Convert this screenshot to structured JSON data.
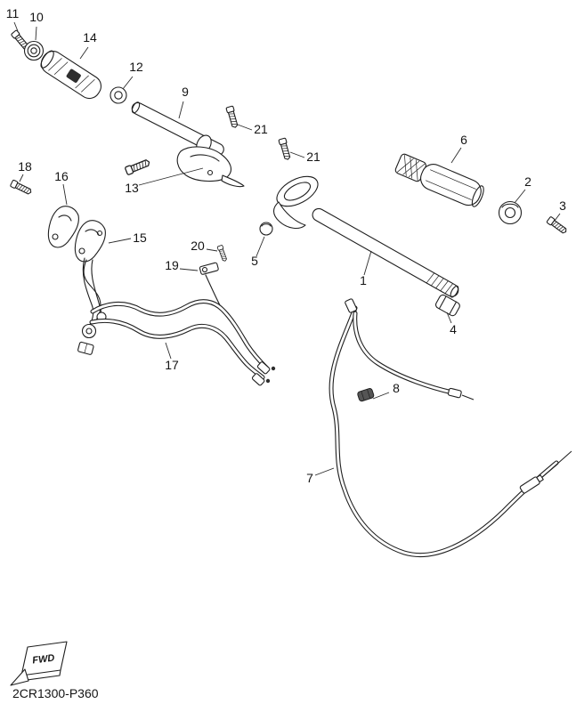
{
  "diagram": {
    "code": "2CR1300-P360",
    "fwd_label": "FWD",
    "line_color": "#1f1f1f",
    "background_color": "#ffffff",
    "callouts": [
      {
        "label": "11"
      },
      {
        "label": "10"
      },
      {
        "label": "14"
      },
      {
        "label": "12"
      },
      {
        "label": "9"
      },
      {
        "label": "21"
      },
      {
        "label": "21"
      },
      {
        "label": "13"
      },
      {
        "label": "18"
      },
      {
        "label": "16"
      },
      {
        "label": "15"
      },
      {
        "label": "5"
      },
      {
        "label": "20"
      },
      {
        "label": "19"
      },
      {
        "label": "1"
      },
      {
        "label": "6"
      },
      {
        "label": "2"
      },
      {
        "label": "3"
      },
      {
        "label": "4"
      },
      {
        "label": "17"
      },
      {
        "label": "8"
      },
      {
        "label": "7"
      }
    ]
  }
}
